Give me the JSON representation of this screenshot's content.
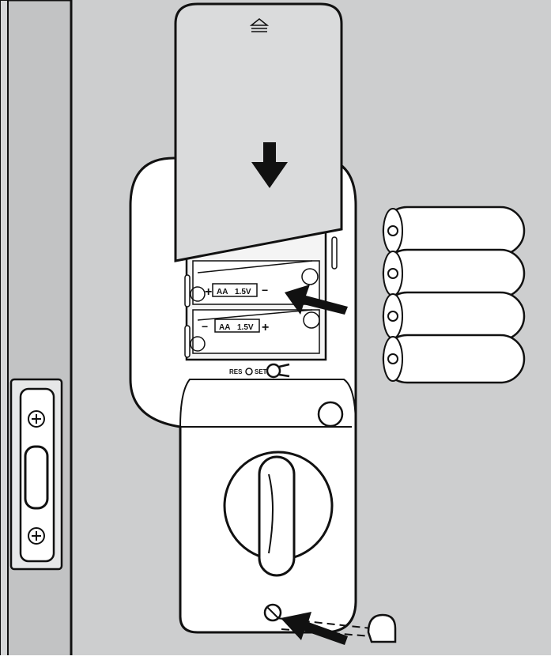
{
  "battery_label": {
    "type": "AA",
    "voltage": "1.5V",
    "plus": "+",
    "minus": "−"
  },
  "button_labels": {
    "reset": "RES",
    "set": "SET"
  },
  "colors": {
    "wall": "#cdcecf",
    "door_edge": "#c4c5c6",
    "panel": "#ffffff",
    "cover": "#d9dadb",
    "line": "#111111"
  },
  "battery_count": 4
}
